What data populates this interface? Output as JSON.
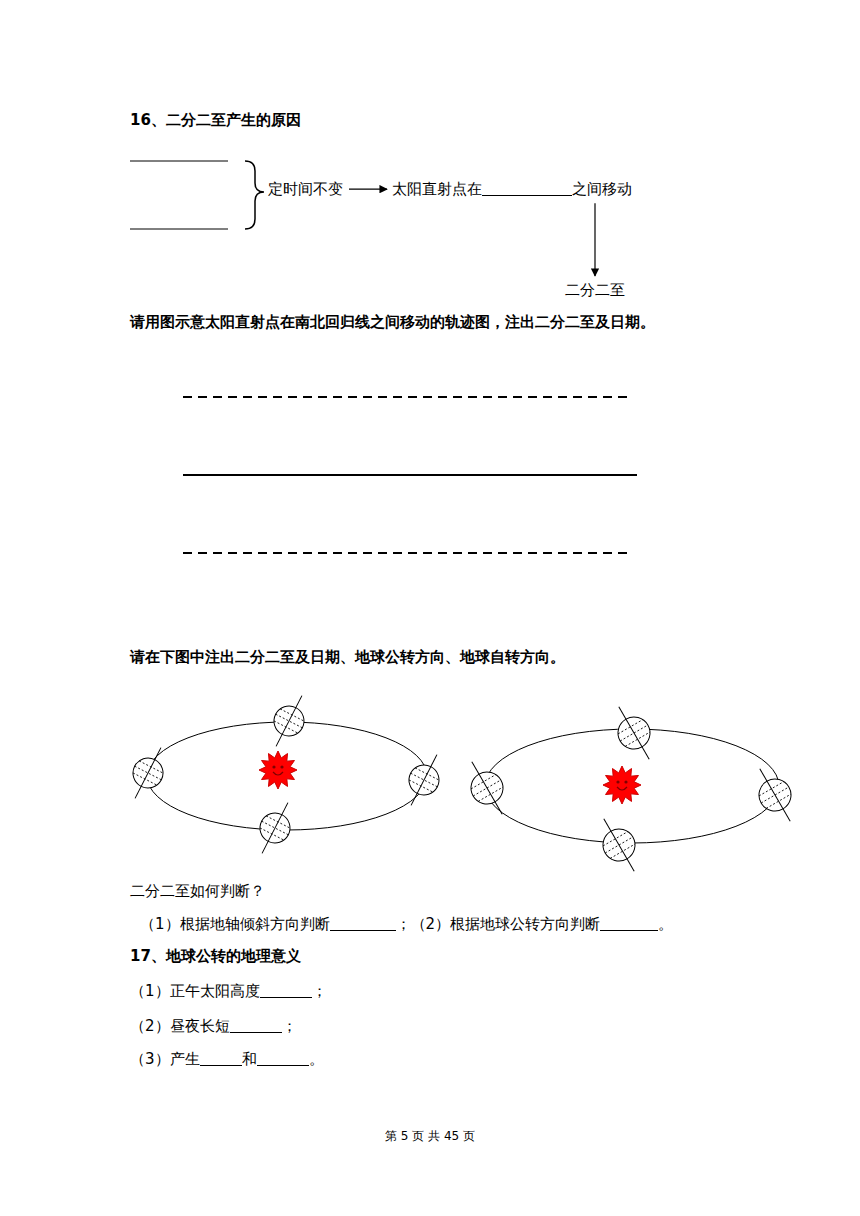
{
  "diagram": {
    "nodes": [
      {
        "text": [
          "定时间不变"
        ]
      },
      {
        "text": [
          "太阳直射点在",
          "之间移动"
        ]
      },
      {
        "text": [
          "二分二至"
        ]
      }
    ],
    "edges": [
      {
        "from": 0,
        "to": 1,
        "arrow": "to"
      },
      {
        "from": 1,
        "to": 2,
        "arrow": "to"
      }
    ],
    "labels": [
      "16、二分二至产生的原因",
      "请用图示意太阳直射点在南北回归线之间移动的轨迹图，注出二分二至及日期。",
      "请在下图中注出二分二至及日期、地球公转方向、地球自转方向。",
      "二分二至如何判断？",
      "（1）根据地轴倾斜方向判断",
      "；（2）根据地球公转方向判断",
      "。",
      "17、地球公转的地理意义",
      "（1）正午太阳高度",
      "；",
      "（2）昼夜长短",
      "；",
      "（3）产生",
      "和",
      "。",
      "第 5 页 共 45 页"
    ]
  }
}
